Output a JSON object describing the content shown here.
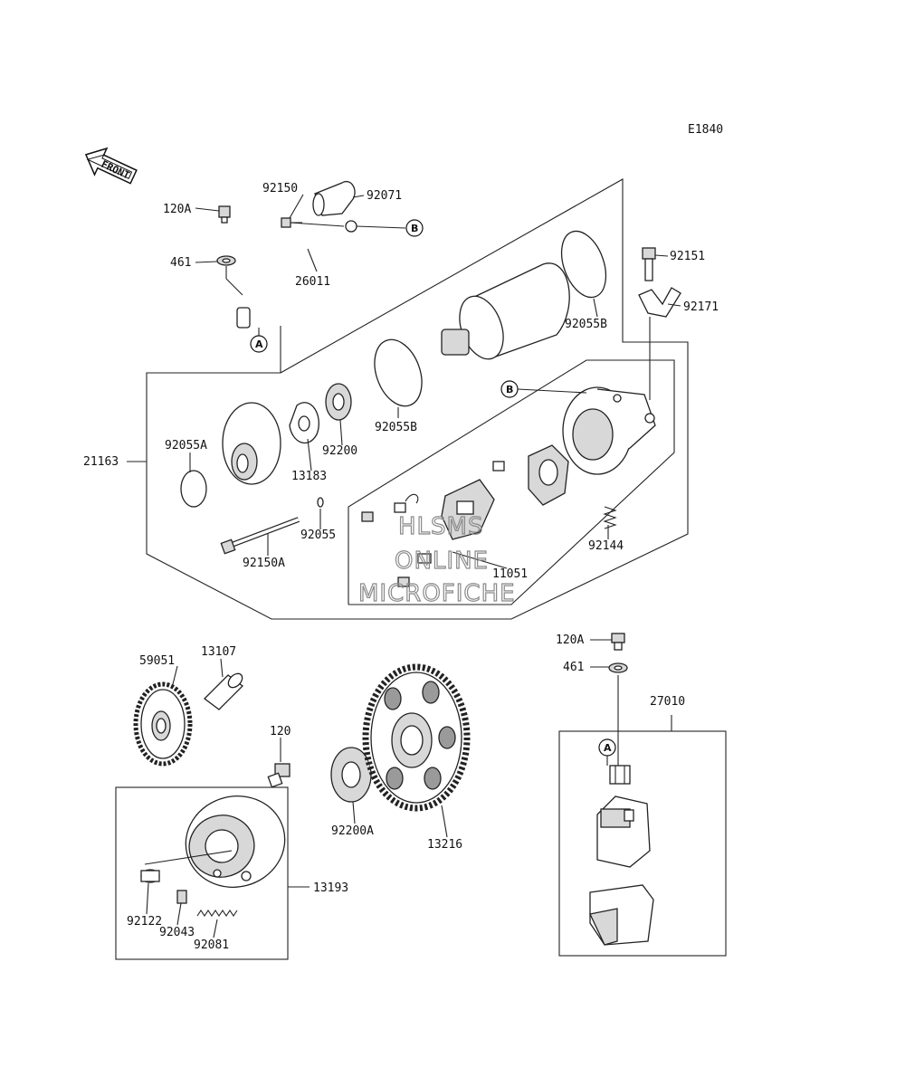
{
  "diagram_code": "E1840",
  "front_label": "FRONT",
  "watermark": {
    "line1": "HLSMS",
    "line2": "ONLINE",
    "line3": "MICROFICHE"
  },
  "callouts": {
    "a": "A",
    "b": "B"
  },
  "labels": {
    "p92150": "92150",
    "p92071": "92071",
    "p120A_top": "120A",
    "p461_top": "461",
    "p26011": "26011",
    "p92151": "92151",
    "p92171": "92171",
    "p92055B_right": "92055B",
    "p92055B_mid": "92055B",
    "p21163": "21163",
    "p92055A": "92055A",
    "p13183": "13183",
    "p92200": "92200",
    "p92055": "92055",
    "p92150A": "92150A",
    "p11051": "11051",
    "p92144": "92144",
    "p120A_bot": "120A",
    "p461_bot": "461",
    "p27010": "27010",
    "p59051": "59051",
    "p13107": "13107",
    "p120": "120",
    "p92200A": "92200A",
    "p13216": "13216",
    "p13193": "13193",
    "p92122": "92122",
    "p92043": "92043",
    "p92081": "92081"
  }
}
